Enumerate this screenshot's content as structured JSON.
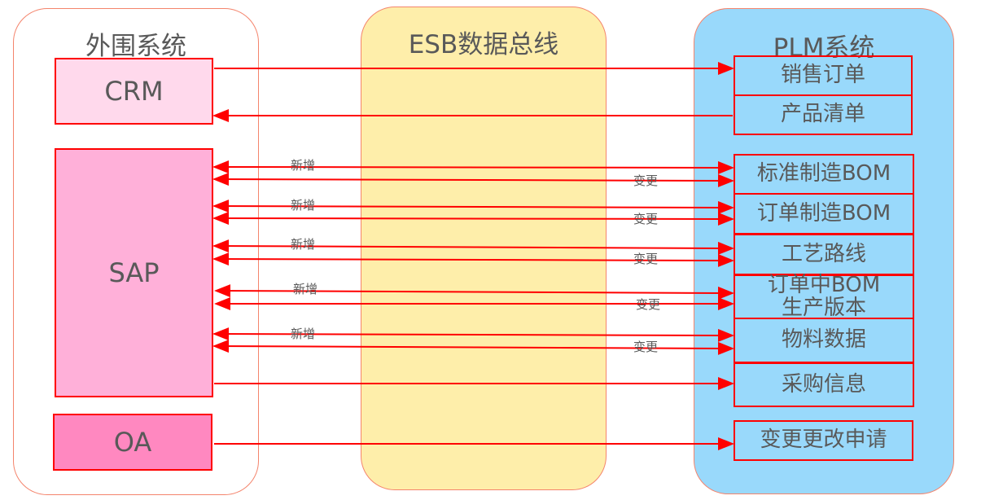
{
  "columns": {
    "external": {
      "title": "外围系统"
    },
    "esb": {
      "title": "ESB数据总线"
    },
    "plm": {
      "title": "PLM系统"
    }
  },
  "external_systems": {
    "crm": "CRM",
    "sap": "SAP",
    "oa": "OA"
  },
  "plm_modules": [
    "销售订单",
    "产品清单",
    "标准制造BOM",
    "订单制造BOM",
    "工艺路线",
    "订单中BOM\n生产版本",
    "物料数据",
    "采购信息",
    "变更更改申请"
  ],
  "plm_module_order_bom": {
    "line1": "订单中BOM",
    "line2": "生产版本"
  },
  "arrow_labels": {
    "add": "新增",
    "change": "变更"
  },
  "colors": {
    "arrow": "#ff0000",
    "esb_fill": "#feeeaa",
    "plm_fill": "#99d9fb",
    "crm_fill": "#ffd9ec",
    "sap_fill": "#ffb0d9",
    "oa_fill": "#ff88c0"
  }
}
